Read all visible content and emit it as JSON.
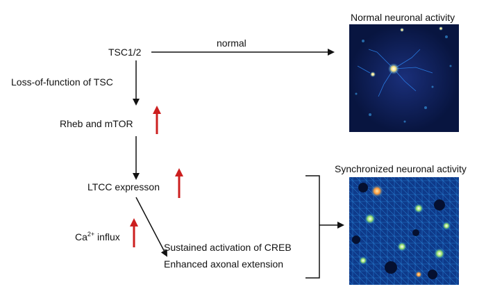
{
  "nodes": {
    "tsc": "TSC1/2",
    "loss": "Loss-of-function of TSC",
    "rheb": "Rheb and mTOR",
    "ltcc": "LTCC expresson",
    "ca_base": "Ca",
    "ca_sup": "2+",
    "ca_tail": " influx",
    "creb": "Sustained activation of CREB",
    "axon": "Enhanced axonal extension"
  },
  "edges": {
    "normal": "normal"
  },
  "panels": {
    "normal_title": "Normal neuronal activity",
    "sync_title": "Synchronized neuronal activity"
  },
  "colors": {
    "up_arrow": "#cc1f1f",
    "line": "#111111",
    "panel_bg": "#0a1a4a"
  }
}
